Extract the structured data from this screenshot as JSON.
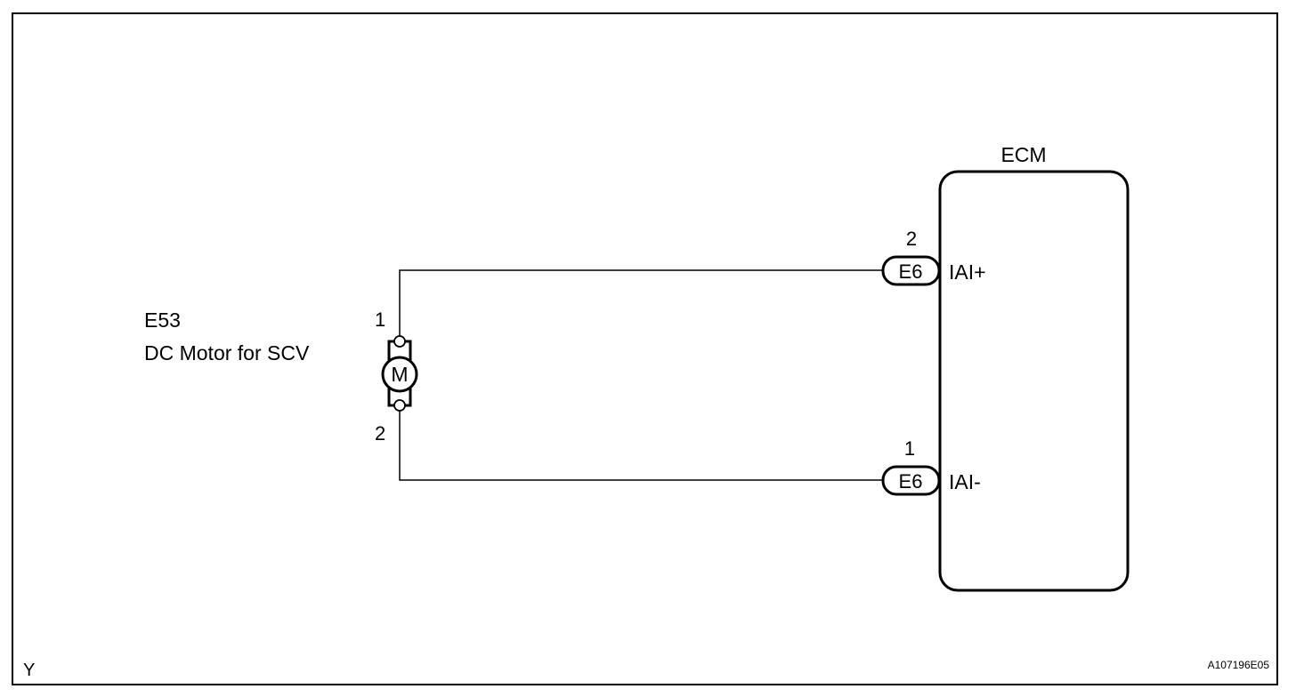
{
  "component": {
    "code": "E53",
    "name": "DC Motor for SCV",
    "symbol": "M",
    "pin_top": "1",
    "pin_bottom": "2"
  },
  "ecm": {
    "label": "ECM",
    "terminals": [
      {
        "pin": "2",
        "connector": "E6",
        "signal": "IAI+"
      },
      {
        "pin": "1",
        "connector": "E6",
        "signal": "IAI-"
      }
    ]
  },
  "corner_mark": "Y",
  "figure_id": "A107196E05"
}
